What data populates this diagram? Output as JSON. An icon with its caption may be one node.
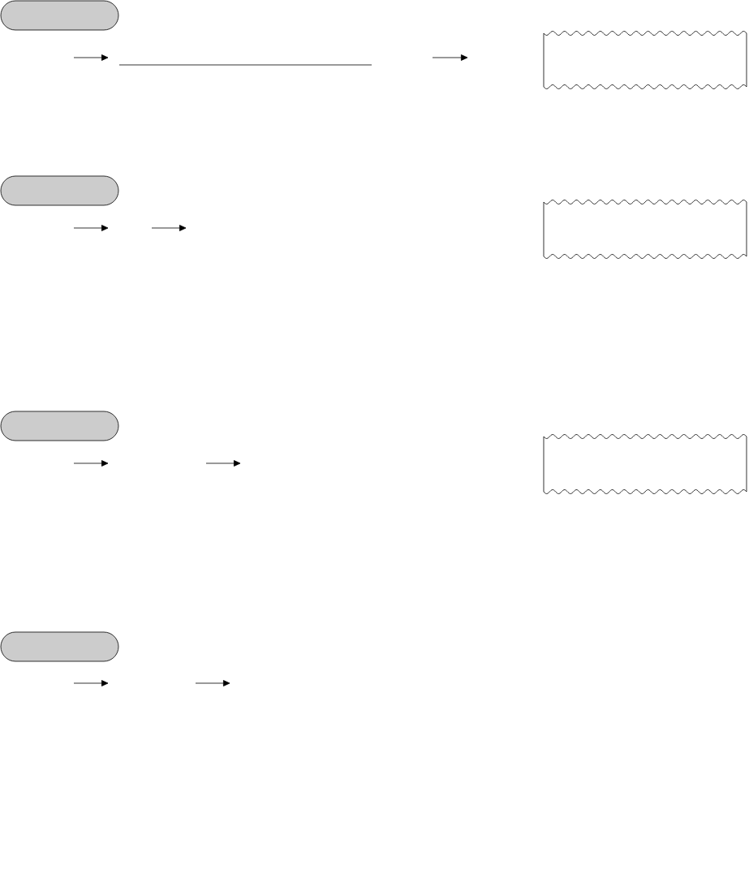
{
  "diagram": {
    "nodes": [
      {
        "text": [],
        "shape": "pill"
      },
      {
        "text": [],
        "shape": "box"
      },
      {
        "text": [],
        "shape": "pill"
      },
      {
        "text": [],
        "shape": "box"
      },
      {
        "text": [],
        "shape": "pill"
      },
      {
        "text": [],
        "shape": "box"
      },
      {
        "text": [],
        "shape": "pill"
      }
    ]
  }
}
